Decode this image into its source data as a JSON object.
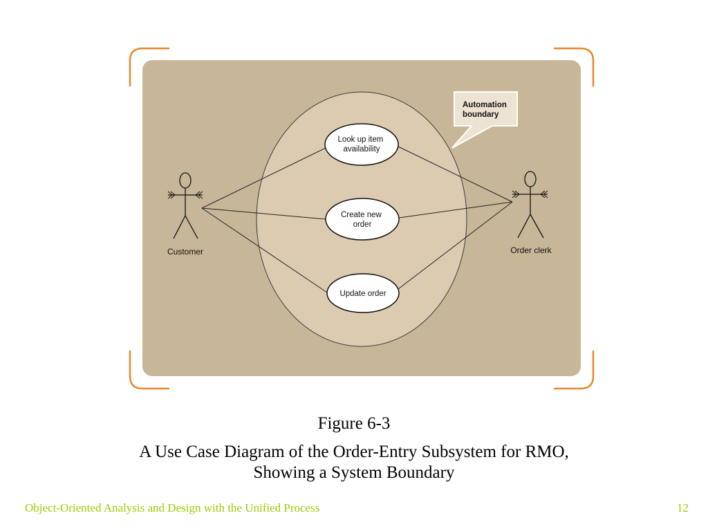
{
  "colors": {
    "panel": "#c8b698",
    "boundary": "#dccbb1",
    "bracket": "#e8872a",
    "footer_text": "#99cc00"
  },
  "diagram": {
    "actors": {
      "customer": "Customer",
      "order_clerk": "Order clerk"
    },
    "use_cases": {
      "lookup": [
        "Look up item",
        "availability"
      ],
      "create": [
        "Create new",
        "order"
      ],
      "update": "Update order"
    },
    "callout": [
      "Automation",
      "boundary"
    ]
  },
  "caption": {
    "figure": "Figure 6-3",
    "title_line1": "A Use Case Diagram of the Order-Entry Subsystem for RMO,",
    "title_line2": "Showing a System Boundary"
  },
  "footer": {
    "course": "Object-Oriented Analysis and Design with the Unified Process",
    "page": "12"
  }
}
